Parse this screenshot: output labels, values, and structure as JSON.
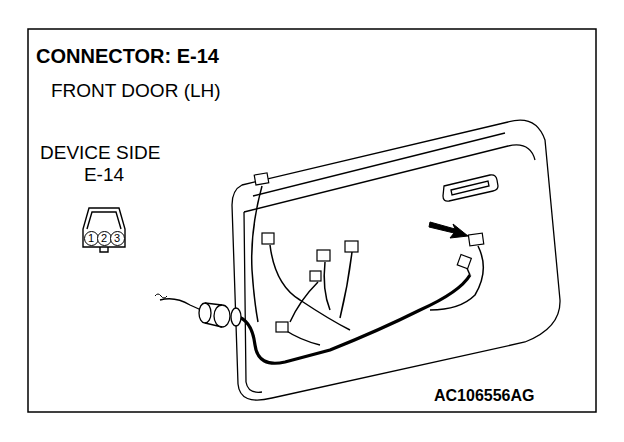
{
  "diagram": {
    "title": "CONNECTOR: E-14",
    "nodes": [
      {
        "text": [
          "1"
        ]
      },
      {
        "text": [
          "2"
        ]
      },
      {
        "text": [
          "3"
        ]
      }
    ],
    "labels": [
      "FRONT DOOR (LH)",
      "DEVICE SIDE",
      "E-14",
      "AC106556AG"
    ]
  }
}
